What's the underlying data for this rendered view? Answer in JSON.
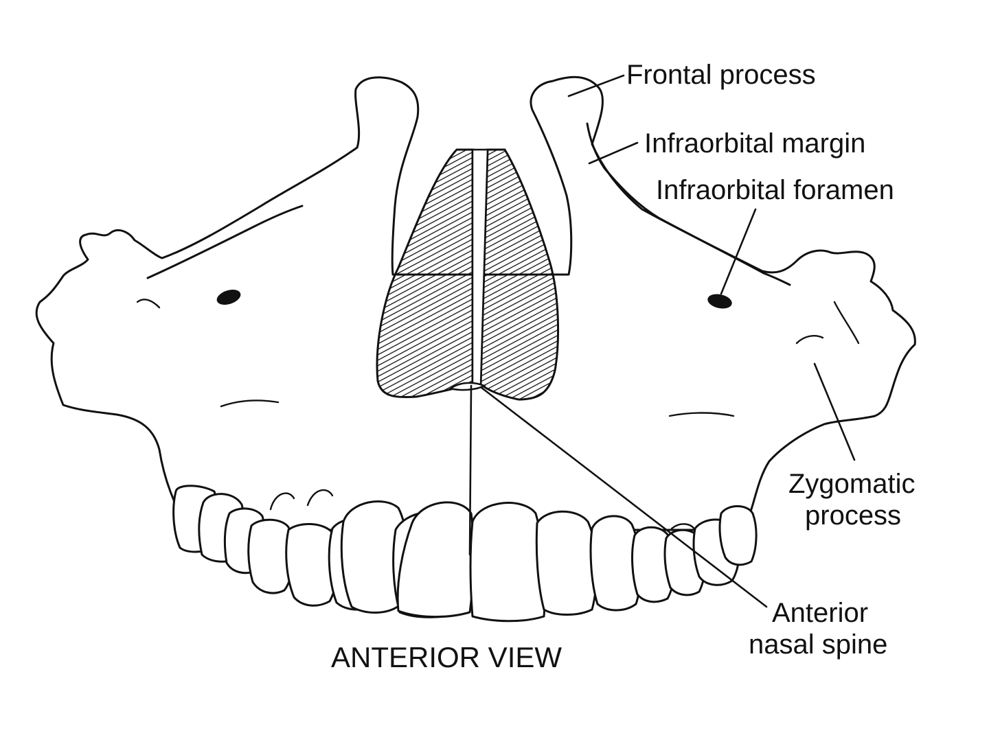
{
  "diagram": {
    "labels": {
      "frontal_process": "Frontal process",
      "infraorbital_margin": "Infraorbital margin",
      "infraorbital_foramen": "Infraorbital foramen",
      "zygomatic_process_line1": "Zygomatic",
      "zygomatic_process_line2": "process",
      "anterior_nasal_spine_line1": "Anterior",
      "anterior_nasal_spine_line2": "nasal spine"
    },
    "caption": "ANTERIOR VIEW",
    "colors": {
      "ink": "#111111",
      "paper": "#ffffff"
    }
  }
}
